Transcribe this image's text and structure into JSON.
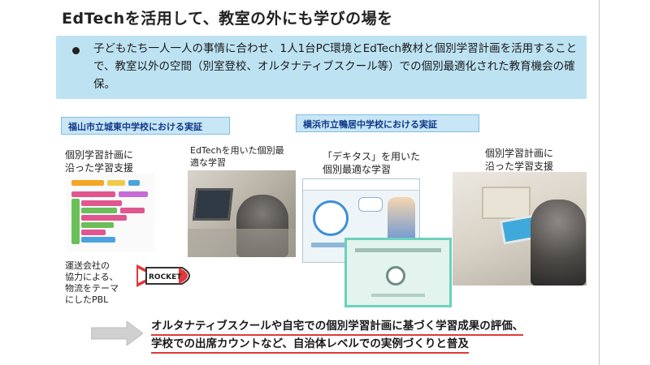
{
  "slide": {
    "title": "EdTechを活用して、教室の外にも学びの場を",
    "summary": {
      "bullet_icon": "filled-circle-bullet",
      "text": "子どもたち一人一人の事情に合わせ、1人1台PC環境とEdTech教材と個別学習計画を活用することで、教室以外の空間（別室登校、オルタナティブスクール等）での個別最適化された教育機会の確保。"
    },
    "left_case": {
      "label": "福山市立城東中学校における実証",
      "captions": {
        "plan_support_line1": "個別学習計画に",
        "plan_support_line2": "沿った学習支援",
        "edtech_line1": "EdTechを用いた個別最",
        "edtech_line2": "適な学習",
        "pbl_line1": "運送会社の",
        "pbl_line2": "協力による、",
        "pbl_line3": "物流をテーマ",
        "pbl_line4": "にしたPBL"
      },
      "rocket_label": "ROCKET"
    },
    "right_case": {
      "label": "横浜市立鴨居中学校における実証",
      "captions": {
        "dekitasu_line1": "「デキタス」を用いた",
        "dekitasu_line2": "個別最適な学習",
        "plan_support_line1": "個別学習計画に",
        "plan_support_line2": "沿った学習支援"
      }
    },
    "conclusion": {
      "line1": "オルタナティブスクールや自宅での個別学習計画に基づく学習成果の評価、",
      "line2": "学校での出席カウントなど、自治体レベルでの実例づくりと普及"
    },
    "colors": {
      "summary_bg": "#bde3f3",
      "label_bg": "#c8e6f5",
      "label_text": "#113a8a",
      "underline_red": "#e23838",
      "arrow_gray": "#d0d0d0"
    }
  }
}
